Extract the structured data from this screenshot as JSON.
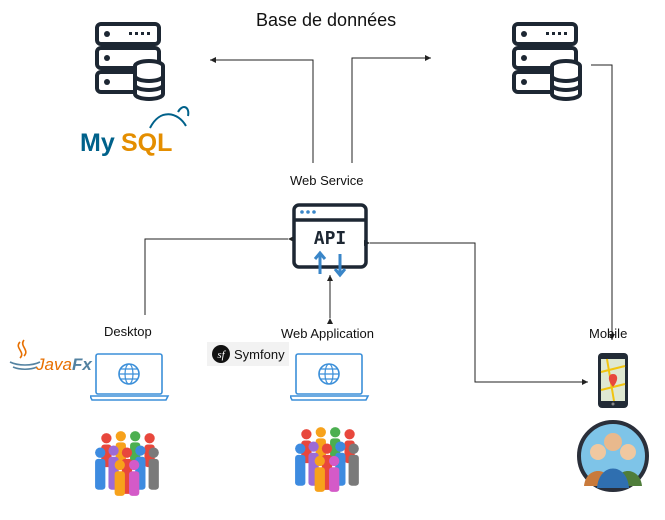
{
  "diagram": {
    "title": "Base de données",
    "nodes": {
      "web_service": "Web Service",
      "desktop": "Desktop",
      "web_application": "Web Application",
      "mobile": "Mobile"
    },
    "logos": {
      "mysql": "MySQL",
      "javafx": "JavaFx",
      "symfony": "Symfony",
      "api": "API"
    },
    "icons": [
      "database-server-icon",
      "api-icon",
      "laptop-globe-icon",
      "smartphone-map-icon",
      "crowd-icon",
      "team-avatar-icon"
    ],
    "colors": {
      "line": "#222222",
      "icon_dark": "#1d2733",
      "api_blue": "#3a86c8",
      "mysql_blue": "#00618a",
      "mysql_orange": "#e48e00",
      "javafx_orange": "#e76f00",
      "laptop_blue": "#3b8fd9",
      "avatar_border": "#2a2f3a"
    }
  }
}
